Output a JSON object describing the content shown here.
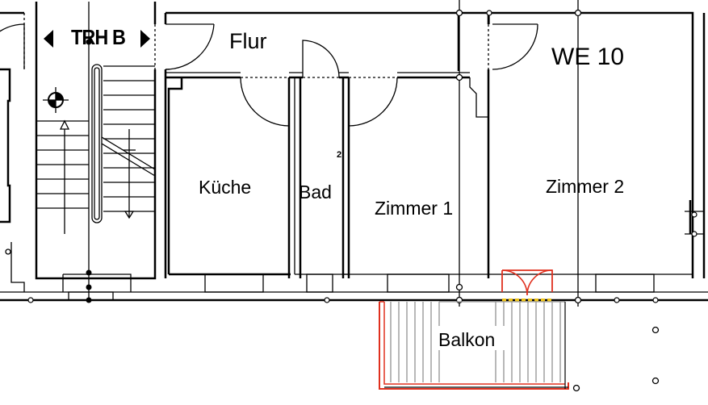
{
  "plan": {
    "unit_label": "WE 10",
    "stair_label": "TRH B",
    "rooms": {
      "flur": "Flur",
      "kueche": "Küche",
      "bad": "Bad",
      "zimmer1": "Zimmer 1",
      "zimmer2": "Zimmer 2",
      "balkon": "Balkon"
    },
    "marker_small": "2"
  },
  "colors": {
    "walls": "#000000",
    "balcony_outline": "#e0301e",
    "balcony_rails": "#9a9a9a",
    "threshold": "#f0c419"
  },
  "icons": {
    "arrow_left": "left-triangle-icon",
    "arrow_right": "right-triangle-icon",
    "survey_point": "crosshair-icon"
  }
}
